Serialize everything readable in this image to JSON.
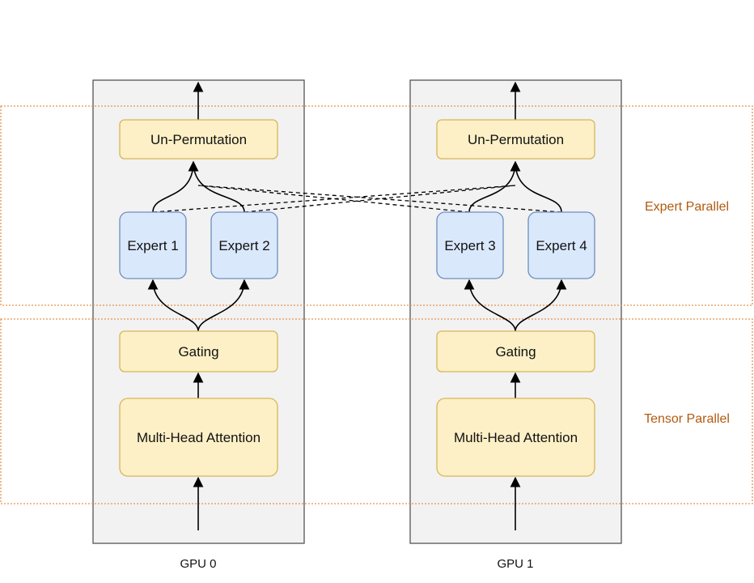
{
  "gpus": [
    {
      "label": "GPU 0",
      "unpermutation": "Un-Permutation",
      "experts": [
        "Expert 1",
        "Expert 2"
      ],
      "gating": "Gating",
      "attention": "Multi-Head Attention"
    },
    {
      "label": "GPU 1",
      "unpermutation": "Un-Permutation",
      "experts": [
        "Expert 3",
        "Expert 4"
      ],
      "gating": "Gating",
      "attention": "Multi-Head Attention"
    }
  ],
  "regions": {
    "expert_parallel": "Expert Parallel",
    "tensor_parallel": "Tensor Parallel"
  },
  "colors": {
    "gpu_panel_fill": "#f2f2f2",
    "gpu_panel_stroke": "#555555",
    "yellow_fill": "#fdf0c6",
    "yellow_stroke": "#d6b656",
    "blue_fill": "#dae8fc",
    "blue_stroke": "#6c8ebf",
    "region_border": "#e8924a",
    "region_text": "#b15a0f"
  }
}
